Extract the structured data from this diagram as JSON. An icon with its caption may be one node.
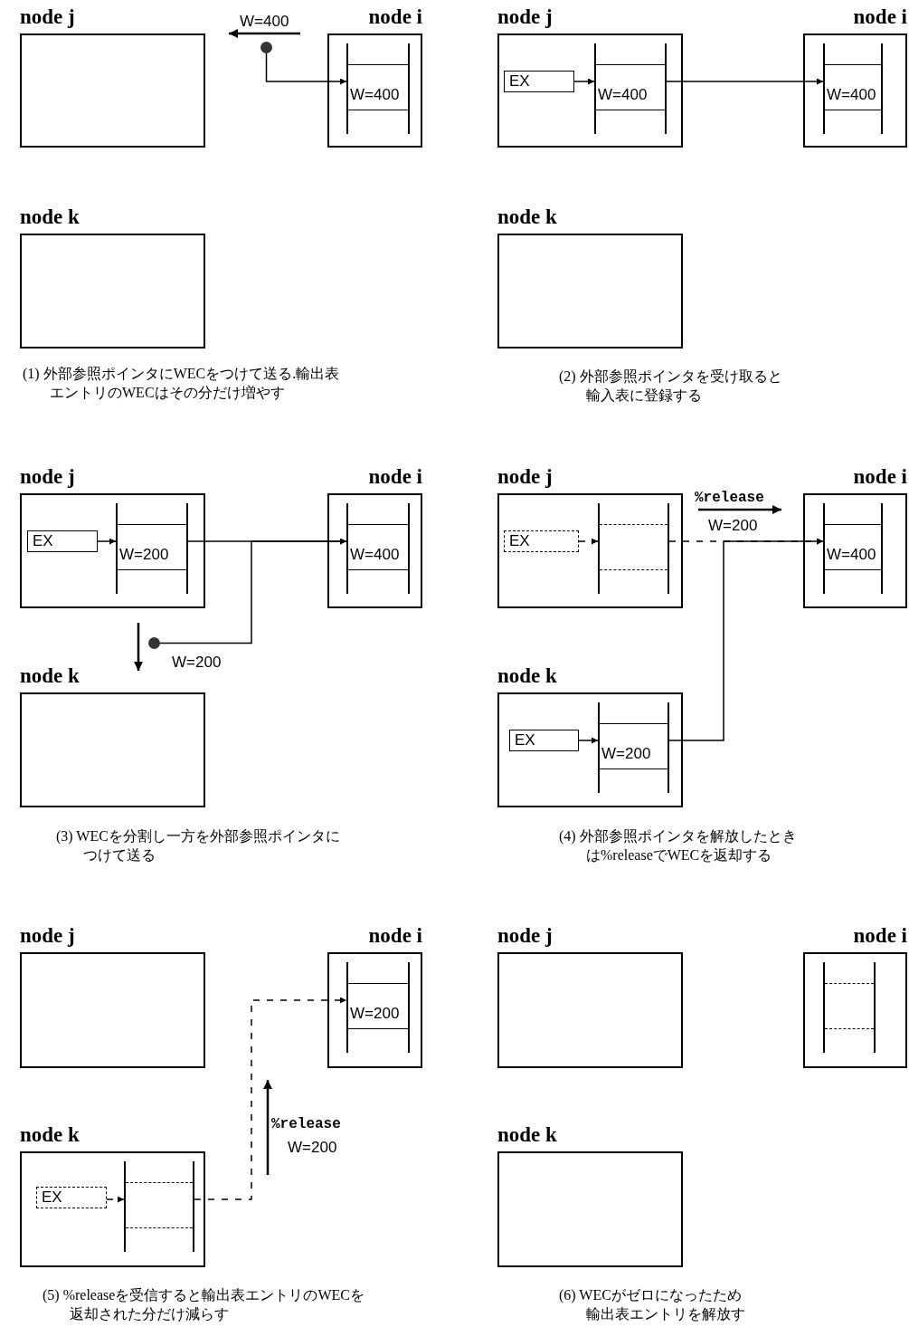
{
  "diagram": {
    "nodes": [
      {
        "text": [
          "node j"
        ]
      },
      {
        "text": [],
        "shape": "circle"
      },
      {
        "text": [
          "node i"
        ]
      },
      {
        "text": [
          "W=400"
        ],
        "in": 2
      },
      {
        "text": [
          "node k"
        ]
      },
      {
        "text": [
          "node j"
        ]
      },
      {
        "text": [
          "EX"
        ],
        "in": 5
      },
      {
        "text": [
          "W=400"
        ],
        "in": 5
      },
      {
        "text": [
          "node i"
        ]
      },
      {
        "text": [
          "W=400"
        ],
        "in": 8
      },
      {
        "text": [
          "node k"
        ]
      },
      {
        "text": [
          "node j"
        ]
      },
      {
        "text": [
          "EX"
        ],
        "in": 11
      },
      {
        "text": [
          "W=200"
        ],
        "in": 11
      },
      {
        "text": [
          "node i"
        ]
      },
      {
        "text": [
          "W=400"
        ],
        "in": 14
      },
      {
        "text": [],
        "shape": "circle"
      },
      {
        "text": [
          "node k"
        ]
      },
      {
        "text": [
          "node j"
        ]
      },
      {
        "text": [
          "EX"
        ],
        "in": 18
      },
      {
        "text": [],
        "shape": "box",
        "in": 18
      },
      {
        "text": [
          "node i"
        ]
      },
      {
        "text": [
          "W=400"
        ],
        "in": 21
      },
      {
        "text": [
          "node k"
        ]
      },
      {
        "text": [
          "EX"
        ],
        "in": 23
      },
      {
        "text": [
          "W=200"
        ],
        "in": 23
      },
      {
        "text": [
          "node j"
        ]
      },
      {
        "text": [
          "node i"
        ]
      },
      {
        "text": [
          "W=200"
        ],
        "in": 27
      },
      {
        "text": [
          "node k"
        ]
      },
      {
        "text": [
          "EX"
        ],
        "in": 29
      },
      {
        "text": [],
        "shape": "box",
        "in": 29
      },
      {
        "text": [
          "node j"
        ]
      },
      {
        "text": [
          "node i"
        ]
      },
      {
        "text": [],
        "shape": "box",
        "in": 33
      },
      {
        "text": [
          "node k"
        ]
      }
    ],
    "edges": [
      {
        "from": 1,
        "to": 3,
        "arrow": "to"
      },
      {
        "from": 6,
        "to": 7,
        "arrow": "to"
      },
      {
        "from": 7,
        "to": 9,
        "arrow": "to"
      },
      {
        "from": 12,
        "to": 13,
        "arrow": "to"
      },
      {
        "from": 13,
        "to": 15,
        "arrow": "to"
      },
      {
        "from": 16,
        "to": 15,
        "arrow": "to"
      },
      {
        "from": 19,
        "to": 20,
        "arrow": "to",
        "style": "dashed"
      },
      {
        "from": 20,
        "to": 22,
        "arrow": "to",
        "style": "dashed"
      },
      {
        "from": 24,
        "to": 25,
        "arrow": "to"
      },
      {
        "from": 25,
        "to": 22,
        "arrow": "to"
      },
      {
        "from": 30,
        "to": 31,
        "arrow": "to",
        "style": "dashed"
      },
      {
        "from": 31,
        "to": 28,
        "arrow": "to",
        "style": "dashed"
      }
    ],
    "labels": [
      "W=400",
      "(1) 外部参照ポインタにWECをつけて送る.輸出表エントリのWECはその分だけ増やす",
      "(2) 外部参照ポインタを受け取ると輸入表に登録する",
      "W=200",
      "(3) WECを分割し一方を外部参照ポインタにつけて送る",
      "%release",
      "W=200",
      "(4) 外部参照ポインタを解放したときは%releaseでWECを返却する",
      "%release",
      "W=200",
      "(5) %releaseを受信すると輸出表エントリのWECを返却された分だけ減らす",
      "(6) WECがゼロになったため輸出表エントリを解放する"
    ]
  }
}
